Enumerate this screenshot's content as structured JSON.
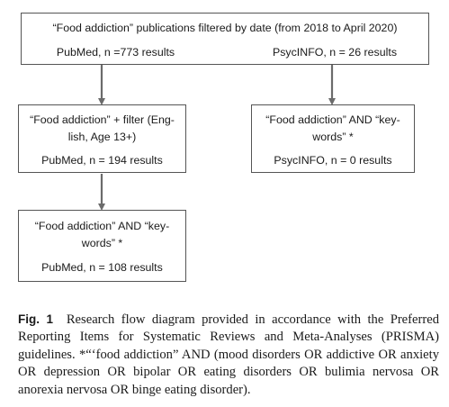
{
  "boxes": {
    "top": {
      "title": "“Food addiction” publications filtered by date (from 2018 to April 2020)",
      "left_db": "PubMed, n =773 results",
      "right_db": "PsycINFO, n = 26 results"
    },
    "mid_left": {
      "line1": "“Food addiction” + filter (Eng-",
      "line2": "lish, Age 13+)",
      "result": "PubMed, n = 194 results"
    },
    "mid_right": {
      "line1": "“Food addiction” AND “key-",
      "line2": "words” *",
      "result": "PsycINFO, n = 0 results"
    },
    "bottom": {
      "line1": "“Food addiction” AND “key-",
      "line2": "words” *",
      "result": "PubMed, n = 108 results"
    }
  },
  "caption": {
    "label": "Fig. 1",
    "text": "Research flow diagram provided in accordance with the Preferred Reporting Items for Systematic Reviews and Meta-Analyses (PRISMA) guidelines. *“‘food addiction” AND (mood disorders OR addictive OR anxiety OR depression OR bipolar OR eating disorders OR bulimia nervosa OR anorexia nervosa OR binge eating disorder)."
  },
  "colors": {
    "box_border": "#555555",
    "arrow": "#6b6b6b",
    "text": "#1a1a1a"
  }
}
